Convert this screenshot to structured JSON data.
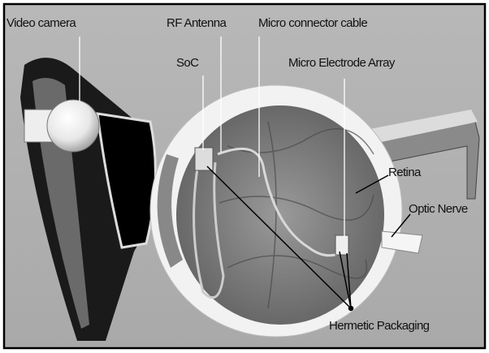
{
  "labels": {
    "video_camera": "Video camera",
    "rf_antenna": "RF Antenna",
    "micro_connector_cable": "Micro connector cable",
    "soc": "SoC",
    "micro_electrode_array": "Micro Electrode Array",
    "retina": "Retina",
    "optic_nerve": "Optic Nerve",
    "hermetic_packaging": "Hermetic Packaging"
  },
  "colors": {
    "background": "#b5b5b5",
    "border": "#000000",
    "sclera": "#f2f2f2"
  }
}
